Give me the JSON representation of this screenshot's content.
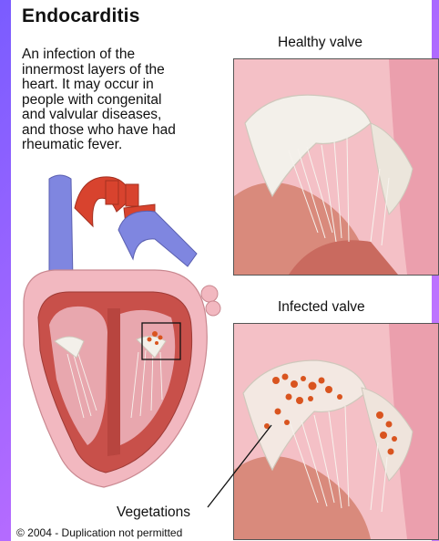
{
  "title": "Endocarditis",
  "description_lines": [
    "An infection of the",
    "innermost layers of the",
    "heart. It may occur in",
    "people with congenital",
    "and valvular diseases,",
    "and those who have had",
    "rheumatic fever."
  ],
  "labels": {
    "healthy_valve": "Healthy valve",
    "infected_valve": "Infected valve",
    "vegetations": "Vegetations"
  },
  "copyright": "© 2004 - Duplication not permitted",
  "colors": {
    "frame": "#b46bff",
    "vein_blue": "#7f86e0",
    "artery_red": "#d8432e",
    "muscle_red": "#c8504a",
    "tissue_pink": "#f2b8c0",
    "valve_white": "#f3f0ea",
    "vegetation_orange": "#d9541f"
  }
}
